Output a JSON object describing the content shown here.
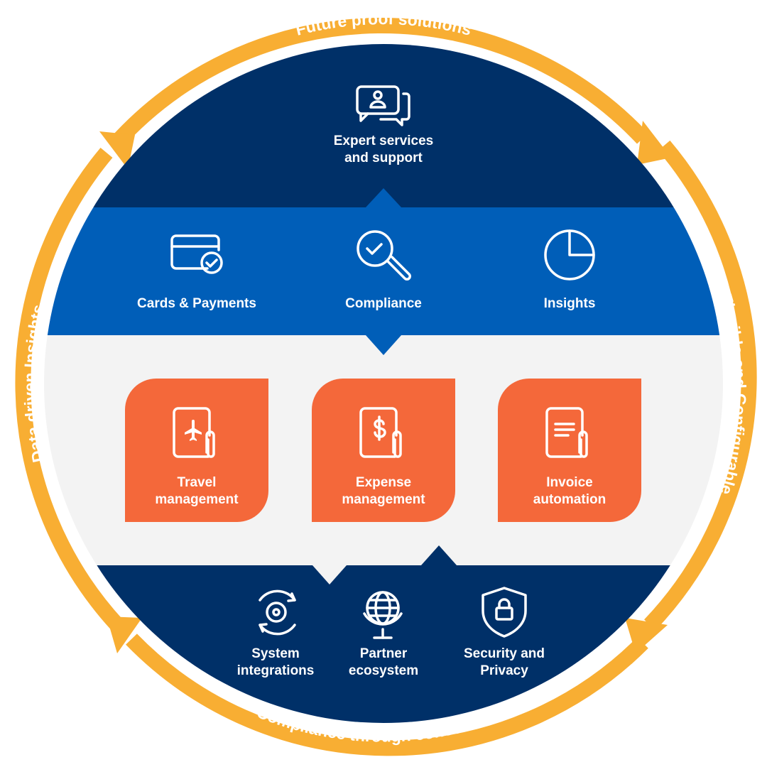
{
  "ring": {
    "top": "Future proof solutions",
    "right": "Flexible and Configurable",
    "bottom": "Compliance through convenience",
    "left": "Data driven Insights"
  },
  "top_section": {
    "icon": "chat-user-icon",
    "label_line1": "Expert services",
    "label_line2": "and support"
  },
  "middle_section": {
    "items": [
      {
        "icon": "card-check-icon",
        "label": "Cards & Payments"
      },
      {
        "icon": "magnifier-check-icon",
        "label": "Compliance"
      },
      {
        "icon": "pie-chart-icon",
        "label": "Insights"
      }
    ]
  },
  "cards": [
    {
      "icon": "travel-document-icon",
      "line1": "Travel",
      "line2": "management"
    },
    {
      "icon": "expense-document-icon",
      "line1": "Expense",
      "line2": "management"
    },
    {
      "icon": "invoice-document-icon",
      "line1": "Invoice",
      "line2": "automation"
    }
  ],
  "bottom_section": {
    "items": [
      {
        "icon": "gear-sync-icon",
        "line1": "System",
        "line2": "integrations"
      },
      {
        "icon": "globe-icon",
        "line1": "Partner",
        "line2": "ecosystem"
      },
      {
        "icon": "shield-lock-icon",
        "line1": "Security and",
        "line2": "Privacy"
      }
    ]
  },
  "colors": {
    "navy": "#003068",
    "blue": "#005eb8",
    "light_gray": "#f3f3f3",
    "orange": "#f4683a",
    "gold": "#f8ae33",
    "white": "#ffffff"
  }
}
